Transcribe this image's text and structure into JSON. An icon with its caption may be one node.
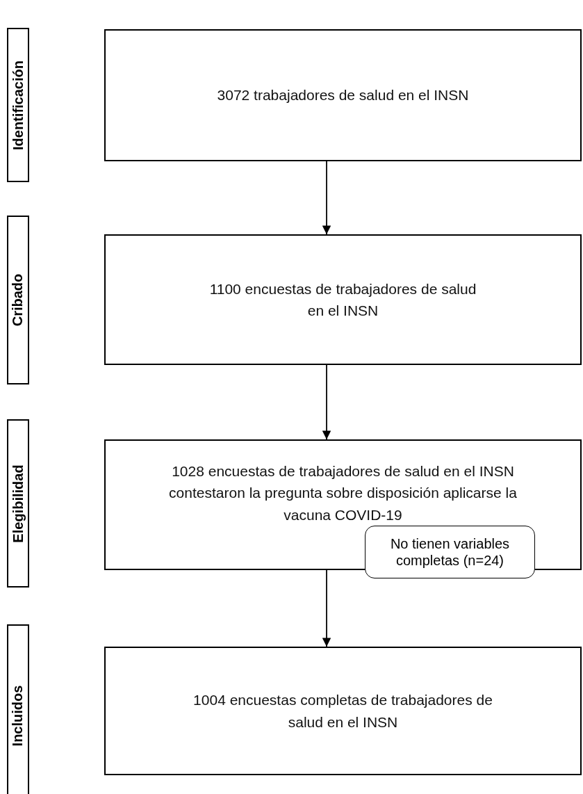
{
  "diagram": {
    "nodes": [
      {
        "text": [
          "Identificación"
        ]
      },
      {
        "text": [
          "3072 trabajadores de salud en el INSN"
        ]
      },
      {
        "text": [
          "Cribado"
        ]
      },
      {
        "text": [
          "1100 encuestas de trabajadores de salud en el INSN"
        ]
      },
      {
        "text": [
          "Elegibilidad"
        ]
      },
      {
        "text": [
          "1028 encuestas de trabajadores de salud en el INSN contestaron la pregunta sobre disposición aplicarse la vacuna COVID-19"
        ]
      },
      {
        "text": [
          "No tienen variables completas (n=24)"
        ]
      },
      {
        "text": [
          "Incluidos"
        ]
      },
      {
        "text": [
          "1004 encuestas completas de trabajadores de salud en el INSN"
        ]
      }
    ],
    "edges": [
      {
        "from": 1,
        "to": 3,
        "arrow": "to"
      },
      {
        "from": 3,
        "to": 5,
        "arrow": "to"
      },
      {
        "from": 5,
        "to": 8,
        "arrow": "to"
      }
    ]
  }
}
